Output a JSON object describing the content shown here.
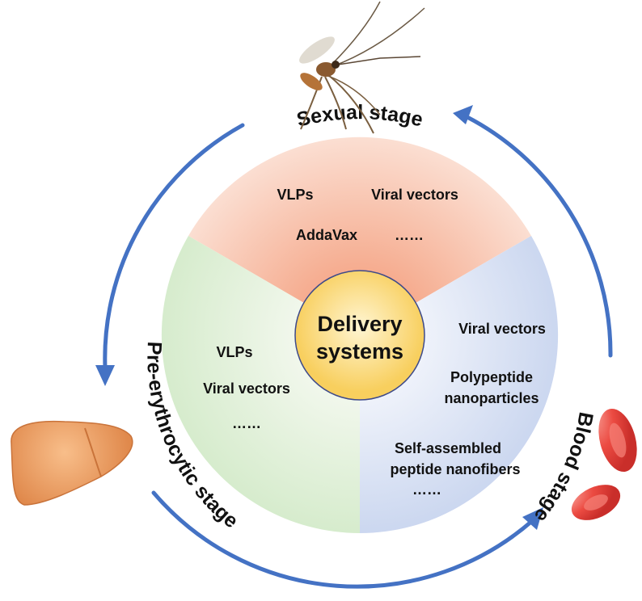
{
  "center": {
    "line1": "Delivery",
    "line2": "systems"
  },
  "stages": {
    "sexual": "Sexual stage",
    "pre_erythrocytic": "Pre-erythrocytic stage",
    "blood": "Blood stage"
  },
  "sectors": {
    "sexual": {
      "item1": "VLPs",
      "item2": "Viral vectors",
      "item3": "AddaVax",
      "item4": "……"
    },
    "pre_erythrocytic": {
      "item1": "VLPs",
      "item2": "Viral vectors",
      "item3": "……"
    },
    "blood": {
      "item1": "Viral vectors",
      "item2_line1": "Polypeptide",
      "item2_line2": "nanoparticles",
      "item3_line1": "Self-assembled",
      "item3_line2": "peptide nanofibers",
      "item4": "……"
    }
  },
  "colors": {
    "arrow": "#4472C4",
    "sexual_sector": "#F6B9A0",
    "pre_sector": "#CFE8C4",
    "blood_sector": "#C9D5EE",
    "center_fill": "#F9D36A",
    "center_stroke": "#3E4A8A",
    "liver": "#F0A66B",
    "rbc": "#E9463F"
  }
}
